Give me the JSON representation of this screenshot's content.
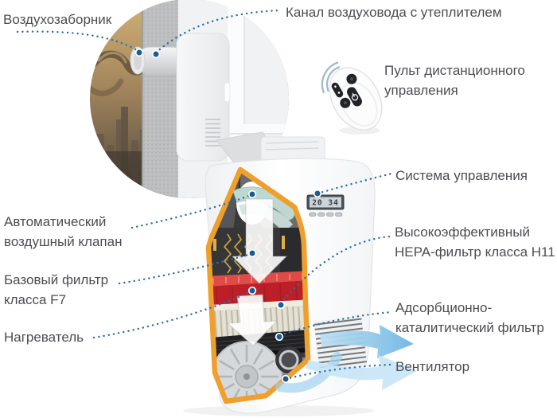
{
  "callouts": {
    "air_intake": {
      "label": "Воздухозаборник"
    },
    "air_duct": {
      "label": "Канал воздуховода с утеплителем"
    },
    "remote": {
      "line1": "Пульт дистанционного",
      "line2": "управления"
    },
    "control_system": {
      "label": "Система управления"
    },
    "air_valve": {
      "line1": "Автоматический",
      "line2": "воздушный клапан"
    },
    "hepa_filter": {
      "line1": "Высокоэффективный",
      "line2": "HEPA-фильтр класса H11"
    },
    "basic_filter": {
      "line1": "Базовый фильтр",
      "line2": "класса F7"
    },
    "adsorption_filter": {
      "line1": "Адсорбционно-",
      "line2": "каталитический фильтр"
    },
    "heater": {
      "label": "Нагреватель"
    },
    "fan": {
      "label": "Вентилятор"
    }
  },
  "device": {
    "display_digits": "20 34"
  },
  "colors": {
    "label_text": "#4c4d52",
    "leader_blue": "#2f6da8",
    "dot_blue": "#1c5c92",
    "frame_orange": "#ef9f2c",
    "heater_red": "#c3232b",
    "valve_teal": "#bcd8d1",
    "airflow_blue": "#9ccdec"
  }
}
